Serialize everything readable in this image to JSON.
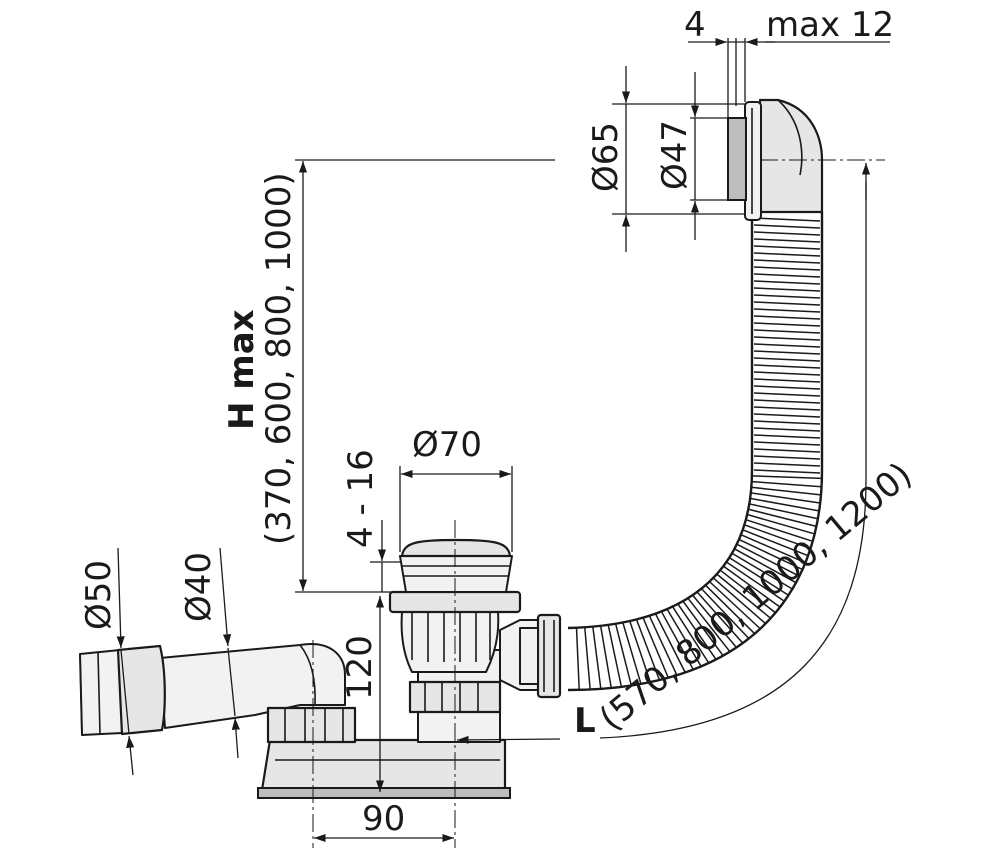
{
  "dimensions": {
    "overflow_gap": "4",
    "overflow_max": "max 12",
    "overflow_outer_dia": "Ø65",
    "overflow_inner_dia": "Ø47",
    "height_label": "H max",
    "height_values": "(370, 600, 800, 1000)",
    "waste_range": "4 - 16",
    "waste_dia": "Ø70",
    "outlet_dia_50": "Ø50",
    "outlet_dia_40": "Ø40",
    "trap_height": "120",
    "trap_offset": "90",
    "length_label": "L",
    "length_values_horizontal": "(570, 800,",
    "length_values_diagonal": "(570, 800, 1000, 1200)"
  }
}
